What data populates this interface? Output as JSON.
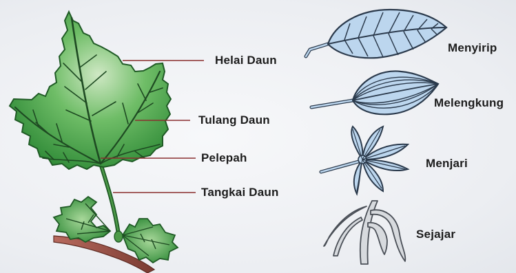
{
  "parts": {
    "helai": "Helai Daun",
    "tulang": "Tulang Daun",
    "pelepah": "Pelepah",
    "tangkai": "Tangkai Daun"
  },
  "venation": {
    "menyirip": "Menyirip",
    "melengkung": "Melengkung",
    "menjari": "Menjari",
    "sejajar": "Sejajar"
  },
  "colors": {
    "leaf_green": "#3fa24a",
    "leaf_edge": "#1f5a25",
    "leader_line": "#8a2f2f",
    "vein_leaf_fill": "#bcd6ee",
    "vein_leaf_stroke": "#2b3a4c"
  }
}
